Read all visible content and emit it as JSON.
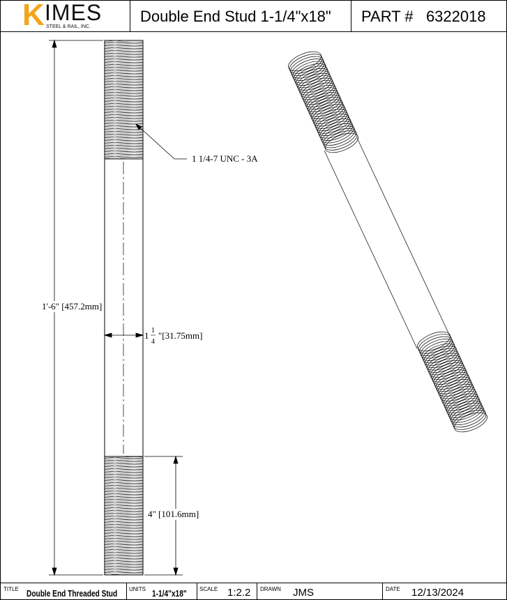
{
  "header": {
    "logo_k": "K",
    "logo_rest": "IMES",
    "logo_sub": "STEEL & RAIL, INC.",
    "title": "Double End Stud 1-1/4\"x18\"",
    "part_label": "PART #",
    "part_number": "6322018"
  },
  "drawing": {
    "thread_callout": "1 1/4-7 UNC - 3A",
    "overall_length": "1'-6\" [457.2mm]",
    "diameter_whole": "1",
    "diameter_num": "1",
    "diameter_den": "4",
    "diameter_rest": "\"[31.75mm]",
    "thread_length": "4\" [101.6mm]"
  },
  "footer": {
    "title_label": "TITLE",
    "title_value": "Double End Threaded Stud",
    "units_label": "UNITS",
    "units_value": "1-1/4\"x18\"",
    "scale_label": "SCALE",
    "scale_value": "1:2.2",
    "drawn_label": "DRAWN",
    "drawn_value": "JMS",
    "date_label": "DATE",
    "date_value": "12/13/2024"
  },
  "colors": {
    "logo_accent": "#f4a51c"
  }
}
